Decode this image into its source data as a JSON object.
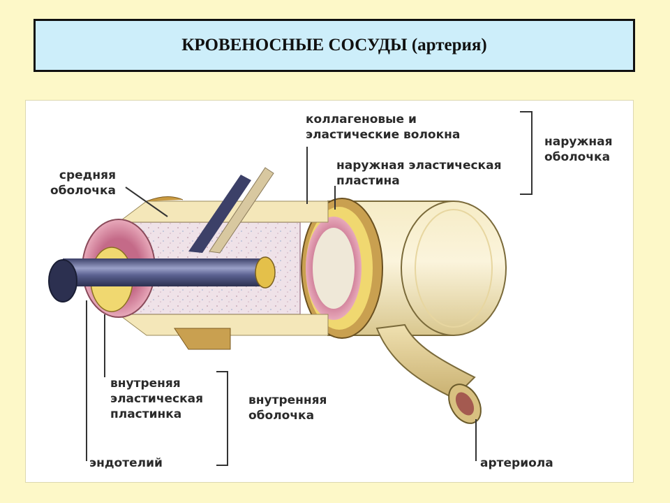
{
  "title": "КРОВЕНОСНЫЕ СОСУДЫ (артерия)",
  "labels": {
    "collagen_line1": "коллагеновые и",
    "collagen_line2": "эластические волокна",
    "outer_lamina_line1": "наружная эластическая",
    "outer_lamina_line2": "пластина",
    "adventitia_line1": "наружная",
    "adventitia_line2": "оболочка",
    "media_line1": "средняя",
    "media_line2": "оболочка",
    "inner_lamina_line1": "внутреняя",
    "inner_lamina_line2": "эластическая",
    "inner_lamina_line3": "пластинка",
    "intima_line1": "внутренняя",
    "intima_line2": "оболочка",
    "endothelium": "эндотелий",
    "arteriole": "артериола"
  },
  "colors": {
    "background": "#fdf8c8",
    "title_box": "#cdeefa",
    "adventitia": "#f2e6b8",
    "media": "#eedfe6",
    "intima_pink": "#d88aa0",
    "elastic_gold": "#e4c04a",
    "endothelium_blue": "#404870"
  }
}
